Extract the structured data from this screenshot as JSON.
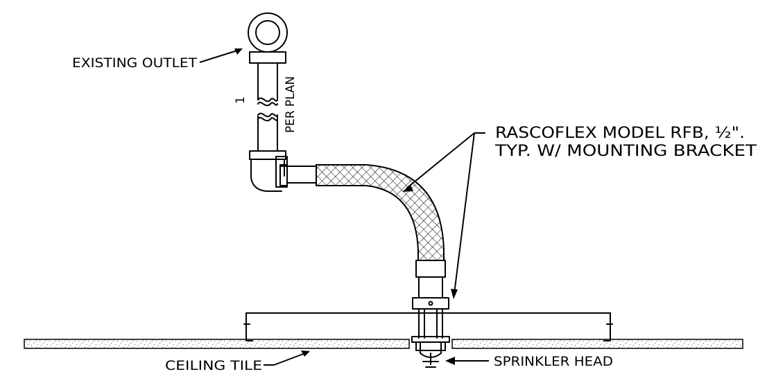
{
  "labels": {
    "existing_outlet": "EXISTING OUTLET",
    "pipe_size": "1",
    "per_plan": "PER PLAN",
    "hose_line1": "RASCOFLEX MODEL RFB, ½\".",
    "hose_line2": "TYP. W/ MOUNTING BRACKET",
    "ceiling_tile": "CEILING TILE",
    "sprinkler_head": "SPRINKLER HEAD"
  }
}
